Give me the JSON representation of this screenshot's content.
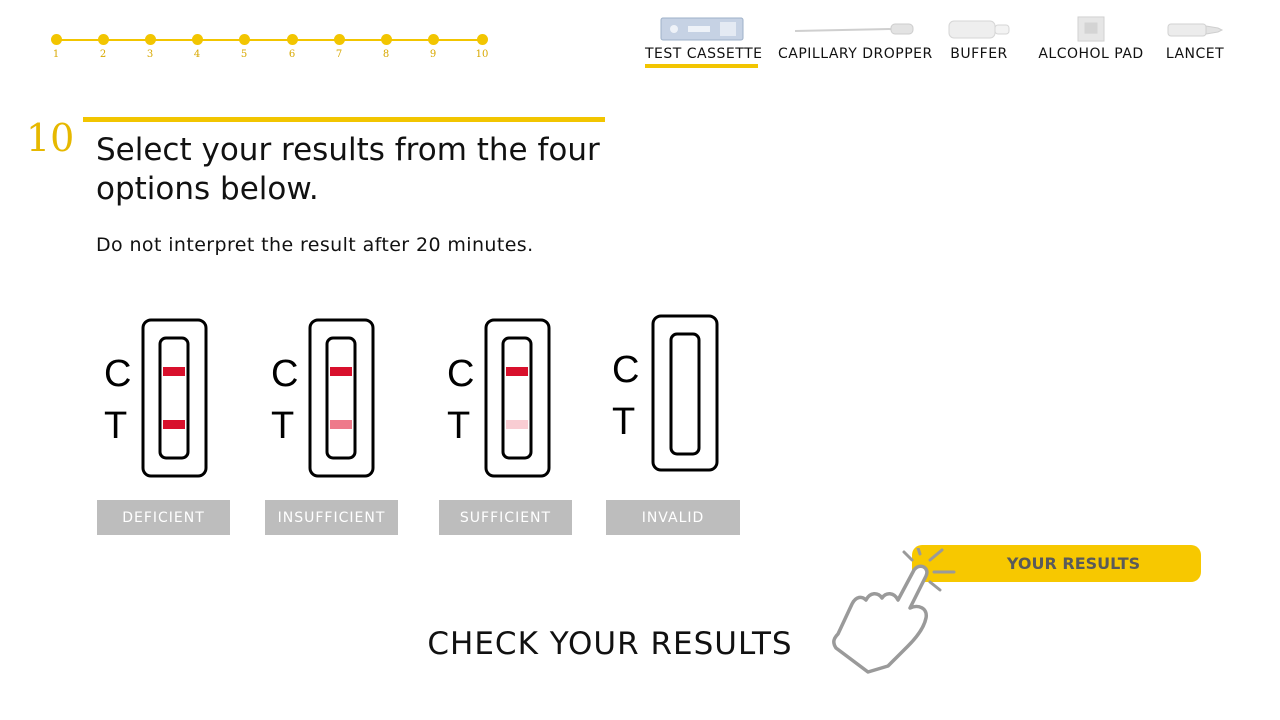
{
  "progress": {
    "steps": [
      "1",
      "2",
      "3",
      "4",
      "5",
      "6",
      "7",
      "8",
      "9",
      "10"
    ],
    "current": "10",
    "accent": "#f2c500"
  },
  "kit_tabs": [
    {
      "label": "TEST CASSETTE",
      "icon": "test-cassette-icon",
      "active": true
    },
    {
      "label": "CAPILLARY DROPPER",
      "icon": "capillary-dropper-icon",
      "active": false
    },
    {
      "label": "BUFFER",
      "icon": "buffer-bottle-icon",
      "active": false
    },
    {
      "label": "ALCOHOL PAD",
      "icon": "alcohol-pad-icon",
      "active": false
    },
    {
      "label": "LANCET",
      "icon": "lancet-icon",
      "active": false
    }
  ],
  "step": {
    "number": "10",
    "instruction": "Select your results from the four options below.",
    "warning": "Do not interpret the result after 20 minutes."
  },
  "results": {
    "c_label": "C",
    "t_label": "T",
    "options": [
      {
        "label": "DEFICIENT",
        "control_line": "#d8102c",
        "test_line": "#d8102c"
      },
      {
        "label": "INSUFFICIENT",
        "control_line": "#d8102c",
        "test_line": "#ee7a8a"
      },
      {
        "label": "SUFFICIENT",
        "control_line": "#d8102c",
        "test_line": "#f9cdd3"
      },
      {
        "label": "INVALID",
        "control_line": "none",
        "test_line": "none"
      }
    ],
    "button_color": "#bdbdbd"
  },
  "cta": {
    "label": "YOUR RESULTS",
    "icon": "hand-pointer-icon",
    "color": "#f7c800"
  },
  "footer": {
    "title": "CHECK YOUR RESULTS"
  }
}
